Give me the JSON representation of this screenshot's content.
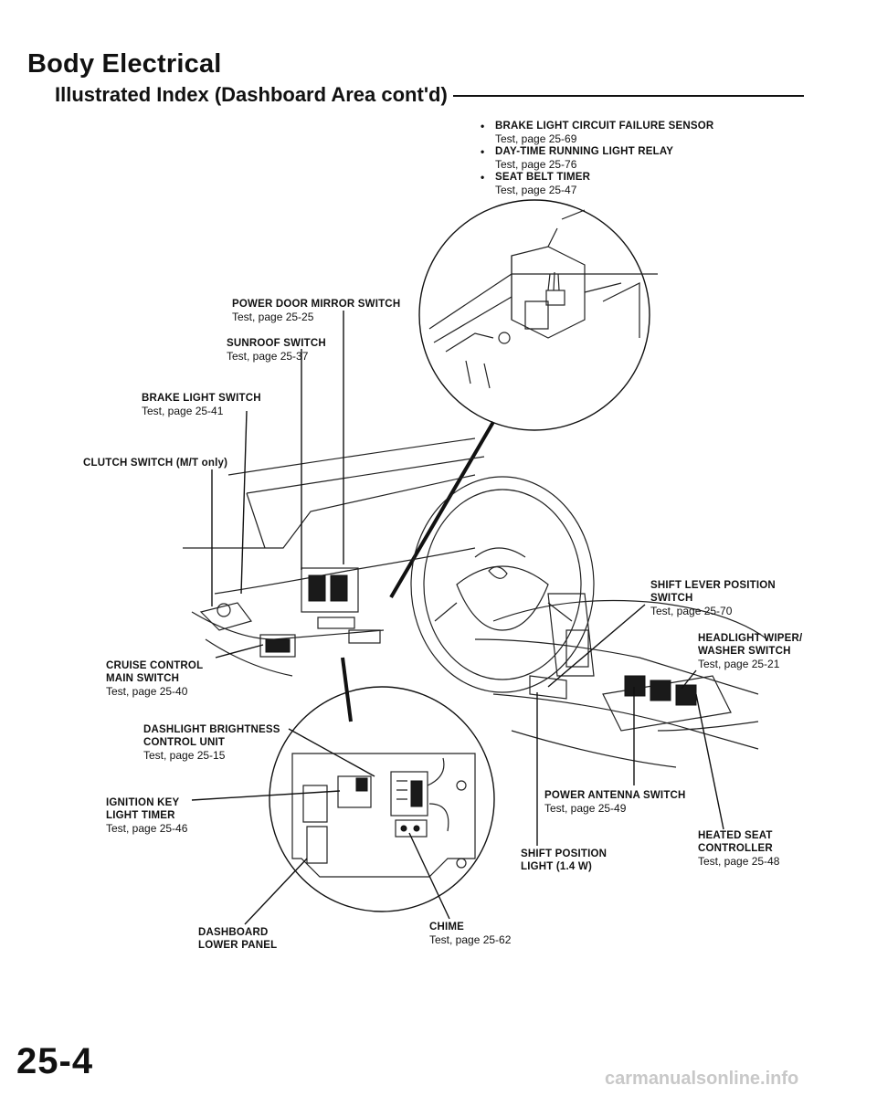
{
  "header": {
    "title": "Body Electrical",
    "subtitle": "Illustrated Index (Dashboard Area cont'd)"
  },
  "bullets": [
    {
      "name": "BRAKE LIGHT CIRCUIT FAILURE SENSOR",
      "ref": "Test, page 25-69"
    },
    {
      "name": "DAY-TIME RUNNING LIGHT RELAY",
      "ref": "Test, page 25-76"
    },
    {
      "name": "SEAT BELT TIMER",
      "ref": "Test, page 25-47"
    }
  ],
  "labels": {
    "power_door_mirror": {
      "name": "POWER DOOR MIRROR SWITCH",
      "ref": "Test, page 25-25"
    },
    "sunroof": {
      "name": "SUNROOF SWITCH",
      "ref": "Test, page 25-37"
    },
    "brake_light": {
      "name": "BRAKE LIGHT SWITCH",
      "ref": "Test, page 25-41"
    },
    "clutch": {
      "name": "CLUTCH SWITCH (M/T only)"
    },
    "cruise": {
      "name1": "CRUISE CONTROL",
      "name2": "MAIN SWITCH",
      "ref": "Test, page 25-40"
    },
    "dashlight": {
      "name1": "DASHLIGHT BRIGHTNESS",
      "name2": "CONTROL UNIT",
      "ref": "Test, page 25-15"
    },
    "ignition": {
      "name1": "IGNITION KEY",
      "name2": "LIGHT TIMER",
      "ref": "Test, page 25-46"
    },
    "dash_lower": {
      "name1": "DASHBOARD",
      "name2": "LOWER PANEL"
    },
    "chime": {
      "name": "CHIME",
      "ref": "Test, page 25-62"
    },
    "shift_lever": {
      "name1": "SHIFT LEVER POSITION",
      "name2": "SWITCH",
      "ref": "Test, page 25-70"
    },
    "headlight_wiper": {
      "name1": "HEADLIGHT WIPER/",
      "name2": "WASHER SWITCH",
      "ref": "Test, page 25-21"
    },
    "power_antenna": {
      "name": "POWER ANTENNA SWITCH",
      "ref": "Test, page 25-49"
    },
    "heated_seat": {
      "name1": "HEATED SEAT",
      "name2": "CONTROLLER",
      "ref": "Test, page 25-48"
    },
    "shift_position": {
      "name1": "SHIFT POSITION",
      "name2": "LIGHT (1.4 W)"
    }
  },
  "footer": {
    "page_number": "25-4",
    "watermark": "carmanualsonline.info"
  }
}
